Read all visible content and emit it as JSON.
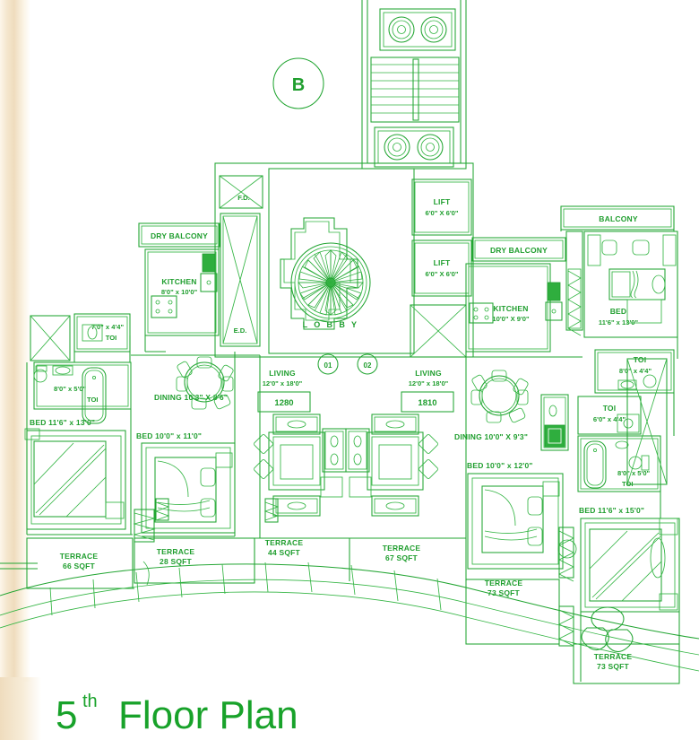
{
  "document": {
    "title_number": "5",
    "title_ordinal": "th",
    "title_text": "Floor Plan",
    "building_marker": "B",
    "accent_color": "#22a532"
  },
  "core": {
    "lobby_label": "L O B B Y",
    "lift_1": {
      "name": "LIFT",
      "dims": "6'0\" X 6'0\""
    },
    "lift_2": {
      "name": "LIFT",
      "dims": "6'0\" X 6'0\""
    },
    "fire_duct": "F.D.",
    "electric_duct": "E.D."
  },
  "unit_markers": [
    {
      "label": "01"
    },
    {
      "label": "02"
    }
  ],
  "unit_left": {
    "dry_balcony": "DRY BALCONY",
    "kitchen": {
      "name": "KITCHEN",
      "dims": "8'0\" x 10'0\""
    },
    "toilet_1": {
      "dims": "7'0\" x 4'4\"",
      "name": "TOI"
    },
    "toilet_2": {
      "dims": "8'0\" x 5'0\"",
      "name": "TOI"
    },
    "bed_1": "BED 11'6\" x 13'0\"",
    "bed_2": "BED 10'0\" x 11'0\"",
    "dining": "DINING   10'3\" X 8'6\"",
    "living": {
      "name": "LIVING",
      "dims": "12'0\" x 18'0\""
    },
    "area_box": "1280"
  },
  "unit_right": {
    "balcony": "BALCONY",
    "dry_balcony": "DRY BALCONY",
    "kitchen": {
      "name": "KITCHEN",
      "dims": "10'0\" X 9'0\""
    },
    "bed_1": {
      "name": "BED",
      "dims": "11'6\" x 13'0\""
    },
    "toilet_1": {
      "name": "TOI",
      "dims": "8'0\" x 4'4\""
    },
    "toilet_2": {
      "name": "TOI",
      "dims": "6'0\" x 4'4\""
    },
    "toilet_3": {
      "dims": "8'0\" x 5'0\"",
      "name": "TOI"
    },
    "bed_2": "BED 10'0\" x 12'0\"",
    "bed_3": "BED 11'6\" x 15'0\"",
    "dining": "DINING   10'0\" X 9'3\"",
    "living": {
      "name": "LIVING",
      "dims": "12'0\" x 18'0\""
    },
    "area_box": "1810"
  },
  "terraces": [
    {
      "name": "TERRACE",
      "area": "66 SQFT"
    },
    {
      "name": "TERRACE",
      "area": "28 SQFT"
    },
    {
      "name": "TERRACE",
      "area": "44 SQFT"
    },
    {
      "name": "TERRACE",
      "area": "67 SQFT"
    },
    {
      "name": "TERRACE",
      "area": "73 SQFT"
    },
    {
      "name": "TERRACE",
      "area": "73 SQFT"
    }
  ]
}
